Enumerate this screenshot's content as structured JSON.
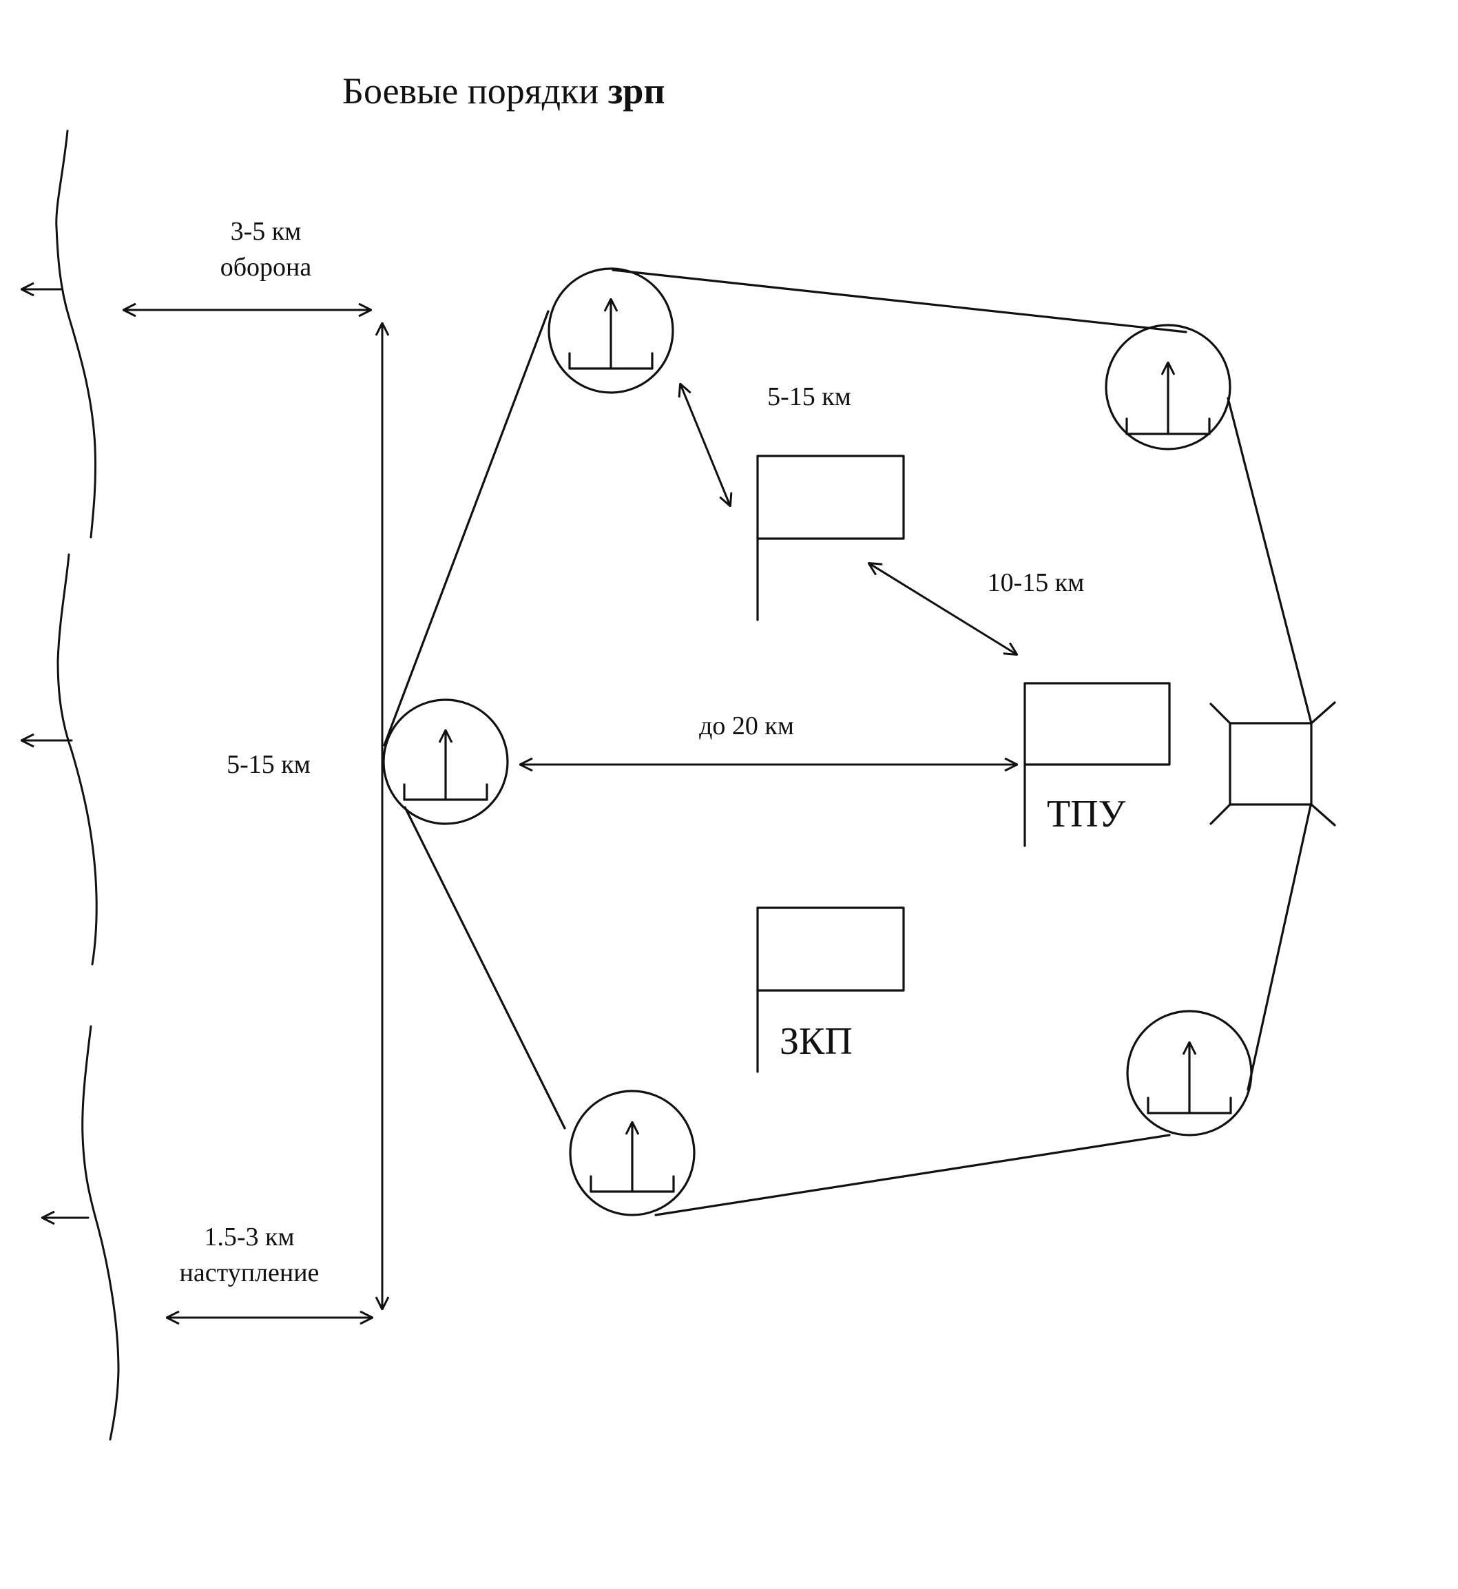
{
  "title": {
    "text": "Боевые порядки ",
    "bold": "зрп"
  },
  "labels": {
    "defense_distance": "3-5 км",
    "defense_word": "оборона",
    "front_width": "5-15 км",
    "offense_distance": "1.5-3 км",
    "offense_word": "наступление",
    "battery_to_kp": "5-15 км",
    "kp_to_tpu": "10-15 км",
    "battery_to_tpu": "до 20 км",
    "tpu": "ТПУ",
    "zkp": "ЗКП"
  }
}
